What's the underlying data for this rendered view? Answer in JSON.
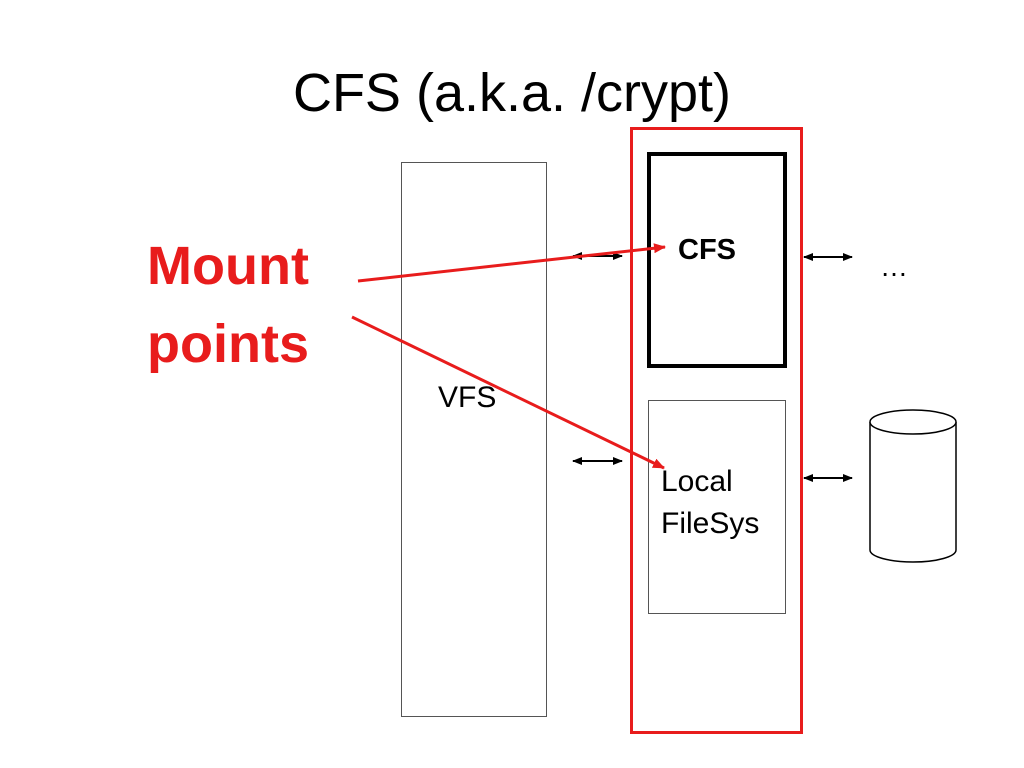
{
  "slide": {
    "title": "CFS (a.k.a. /crypt)"
  },
  "diagram": {
    "vfs_label": "VFS",
    "cfs_label": "CFS",
    "local_fs_label_line1": "Local",
    "local_fs_label_line2": "FileSys",
    "ellipsis": "…",
    "callout_line1": "Mount",
    "callout_line2": "points",
    "colors": {
      "accent": "#e81c1c",
      "box_border": "#555555",
      "cfs_border": "#000000"
    },
    "icons": {
      "disk": "cylinder-disk-icon",
      "arrow": "double-headed-arrow"
    }
  }
}
